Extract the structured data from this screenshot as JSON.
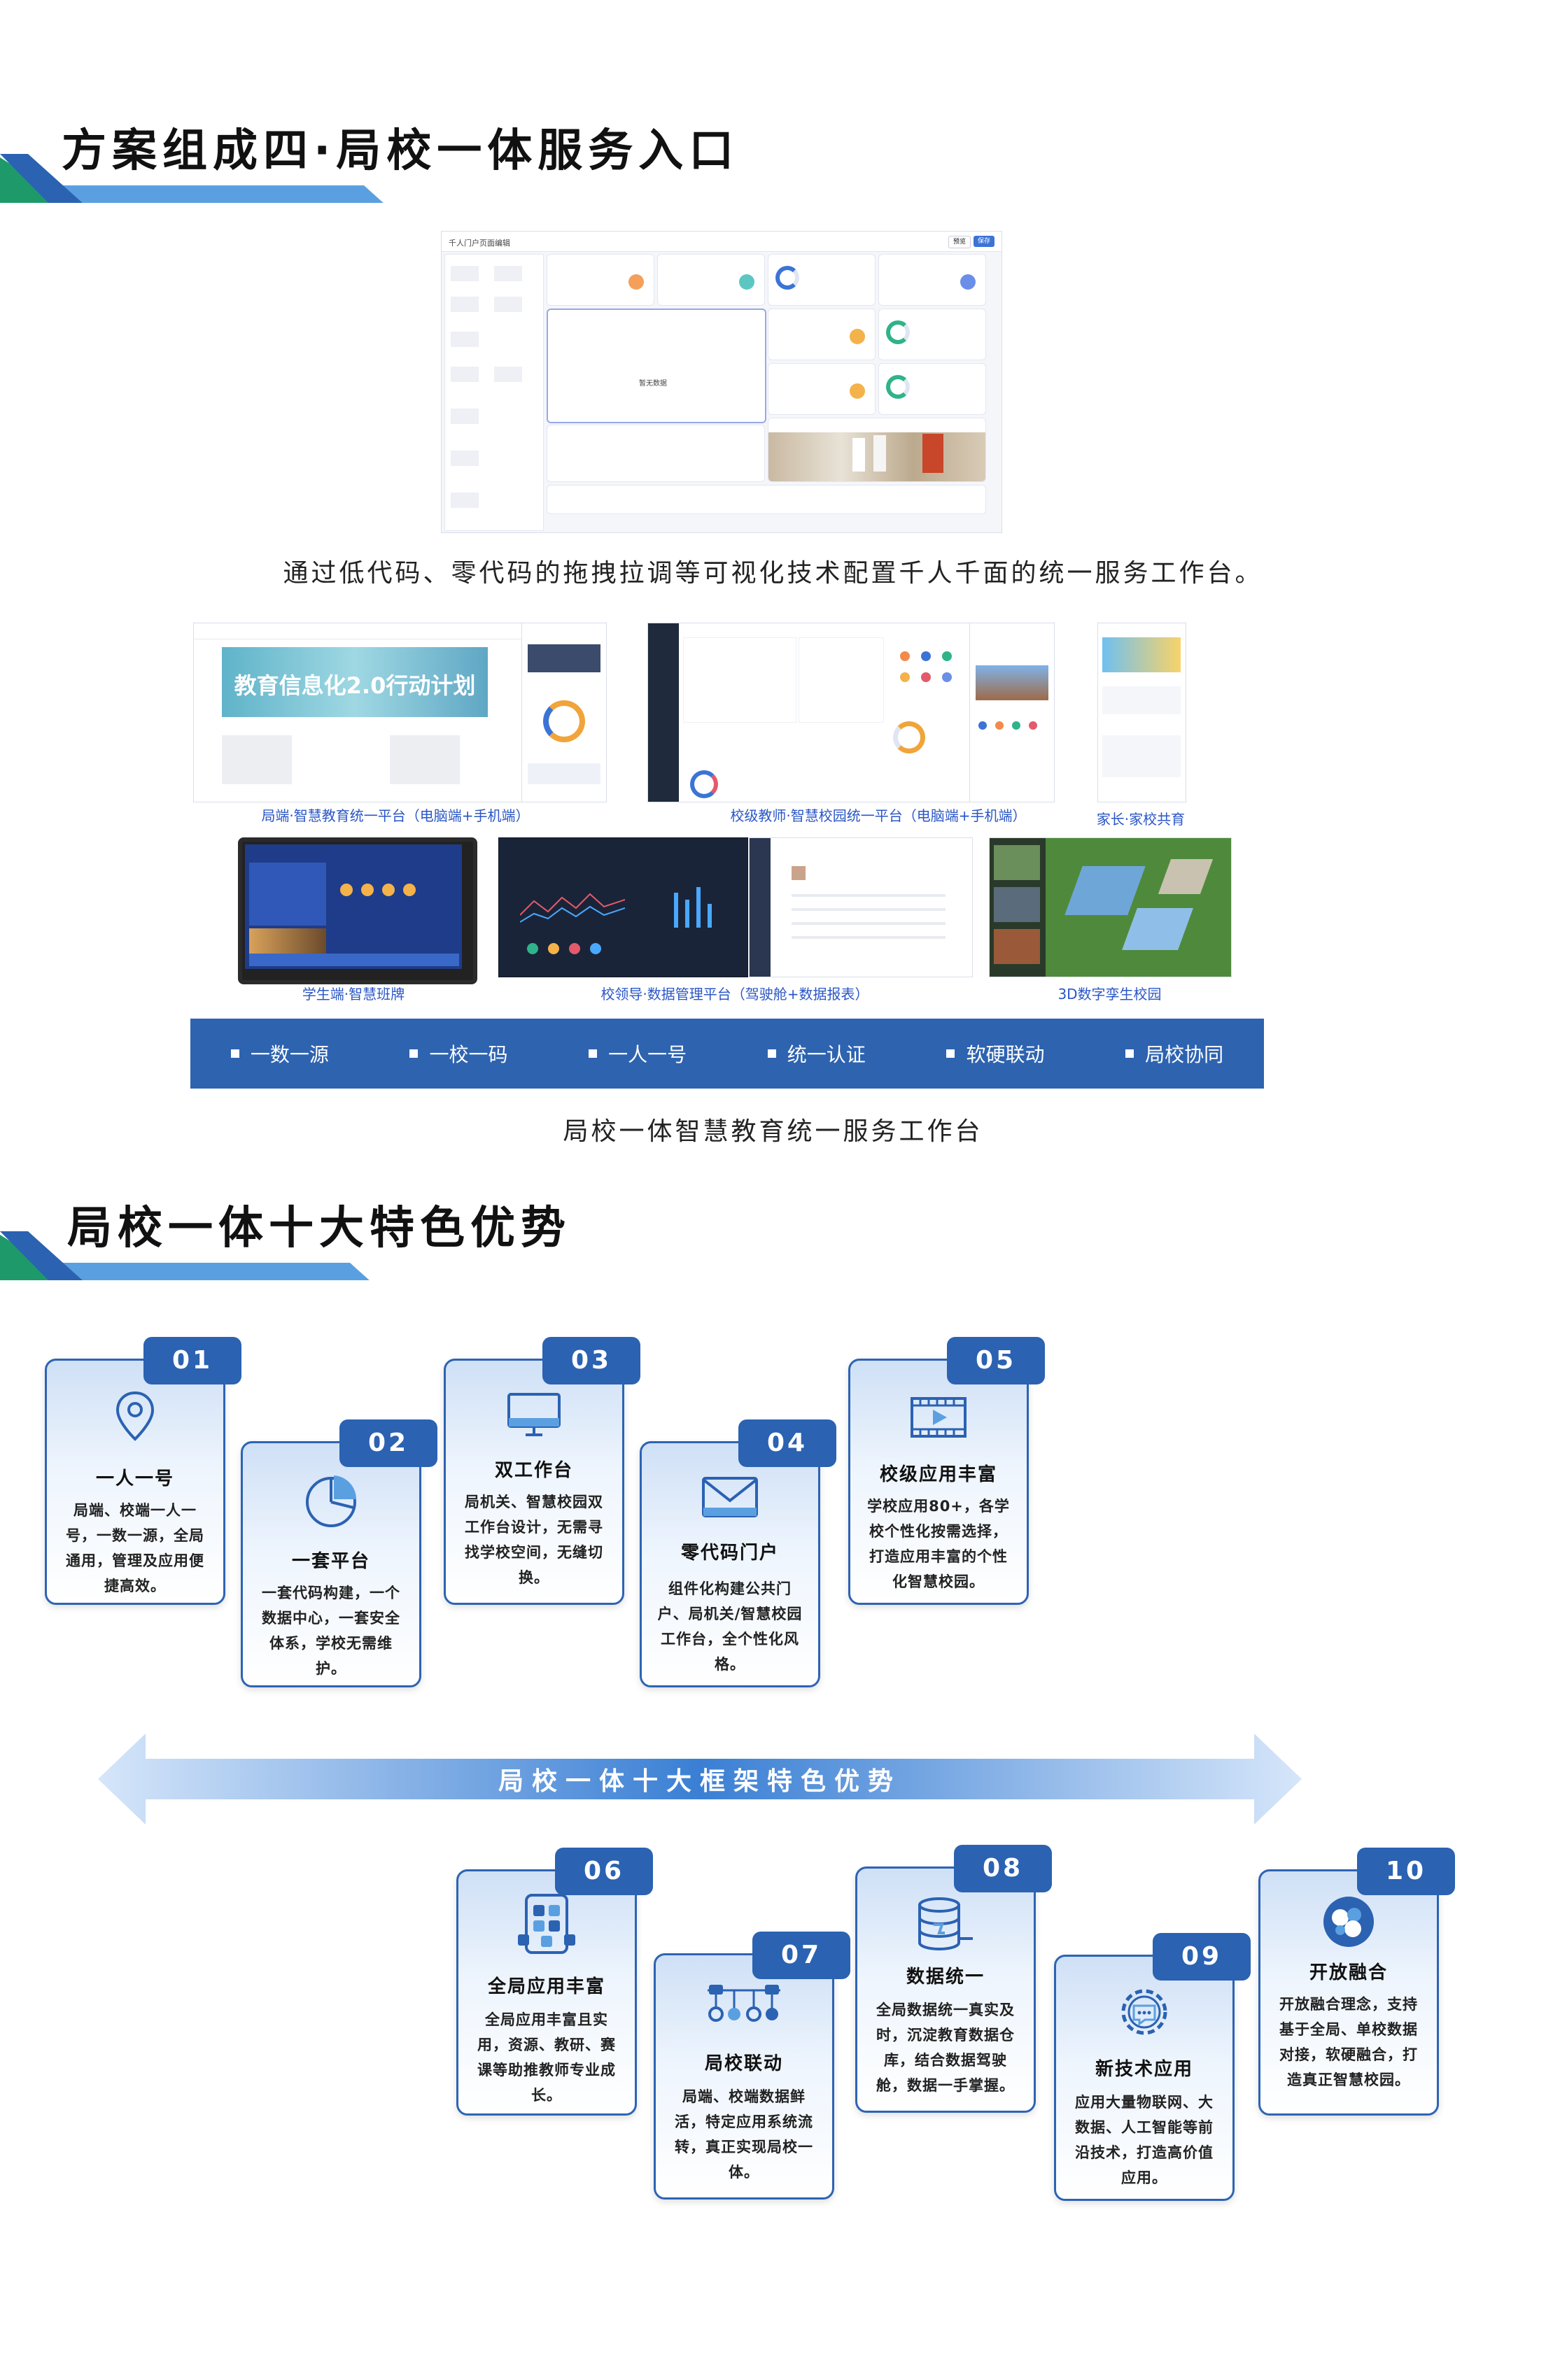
{
  "section1": {
    "title": "方案组成四·局校一体服务入口",
    "shot_main": {
      "title": "千人门户页面编辑",
      "btn_a": "预览",
      "btn_b": "保存",
      "empty": "暂无数据"
    },
    "caption": "通过低代码、零代码的拖拽拉调等可视化技术配置千人千面的统一服务工作台。",
    "mock_title": "教育信息化2.0行动计划",
    "sub_captions": [
      "局端·智慧教育统一平台（电脑端+手机端）",
      "校级教师·智慧校园统一平台（电脑端+手机端）",
      "家长·家校共育",
      "学生端·智慧班牌",
      "校领导·数据管理平台（驾驶舱+数据报表）",
      "3D数字孪生校园"
    ],
    "strip": [
      "一数一源",
      "一校一码",
      "一人一号",
      "统一认证",
      "软硬联动",
      "局校协同"
    ],
    "caption2": "局校一体智慧教育统一服务工作台"
  },
  "section2": {
    "title": "局校一体十大特色优势",
    "banner": "局校一体十大框架特色优势",
    "cards": [
      {
        "num": "01",
        "title": "一人一号",
        "desc": "局端、校端一人一号，一数一源，全局通用，管理及应用便捷高效。",
        "icon": "location-pin-icon"
      },
      {
        "num": "02",
        "title": "一套平台",
        "desc": "一套代码构建，一个数据中心，一套安全体系，学校无需维护。",
        "icon": "pie-chart-icon"
      },
      {
        "num": "03",
        "title": "双工作台",
        "desc": "局机关、智慧校园双工作台设计，无需寻找学校空间，无缝切换。",
        "icon": "monitor-icon"
      },
      {
        "num": "04",
        "title": "零代码门户",
        "desc": "组件化构建公共门户、局机关/智慧校园工作台，全个性化风格。",
        "icon": "envelope-icon"
      },
      {
        "num": "05",
        "title": "校级应用丰富",
        "desc": "学校应用80+，各学校个性化按需选择，打造应用丰富的个性化智慧校园。",
        "icon": "video-play-icon"
      },
      {
        "num": "06",
        "title": "全局应用丰富",
        "desc": "全局应用丰富且实用，资源、教研、赛课等助推教师专业成长。",
        "icon": "app-grid-phone-icon"
      },
      {
        "num": "07",
        "title": "局校联动",
        "desc": "局端、校端数据鲜活，特定应用系统流转，真正实现局校一体。",
        "icon": "network-nodes-icon"
      },
      {
        "num": "08",
        "title": "数据统一",
        "desc": "全局数据统一真实及时，沉淀教育数据仓库，结合数据驾驶舱，数据一手掌握。",
        "icon": "database-icon"
      },
      {
        "num": "09",
        "title": "新技术应用",
        "desc": "应用大量物联网、大数据、人工智能等前沿技术，打造高价值应用。",
        "icon": "gear-chat-icon"
      },
      {
        "num": "10",
        "title": "开放融合",
        "desc": "开放融合理念，支持基于全局、单校数据对接，软硬融合，打造真正智慧校园。",
        "icon": "circles-merge-icon"
      }
    ]
  },
  "colors": {
    "brand_blue": "#2b62b2",
    "accent_green": "#1e9a6a",
    "light_blue": "#5aa0e0"
  }
}
